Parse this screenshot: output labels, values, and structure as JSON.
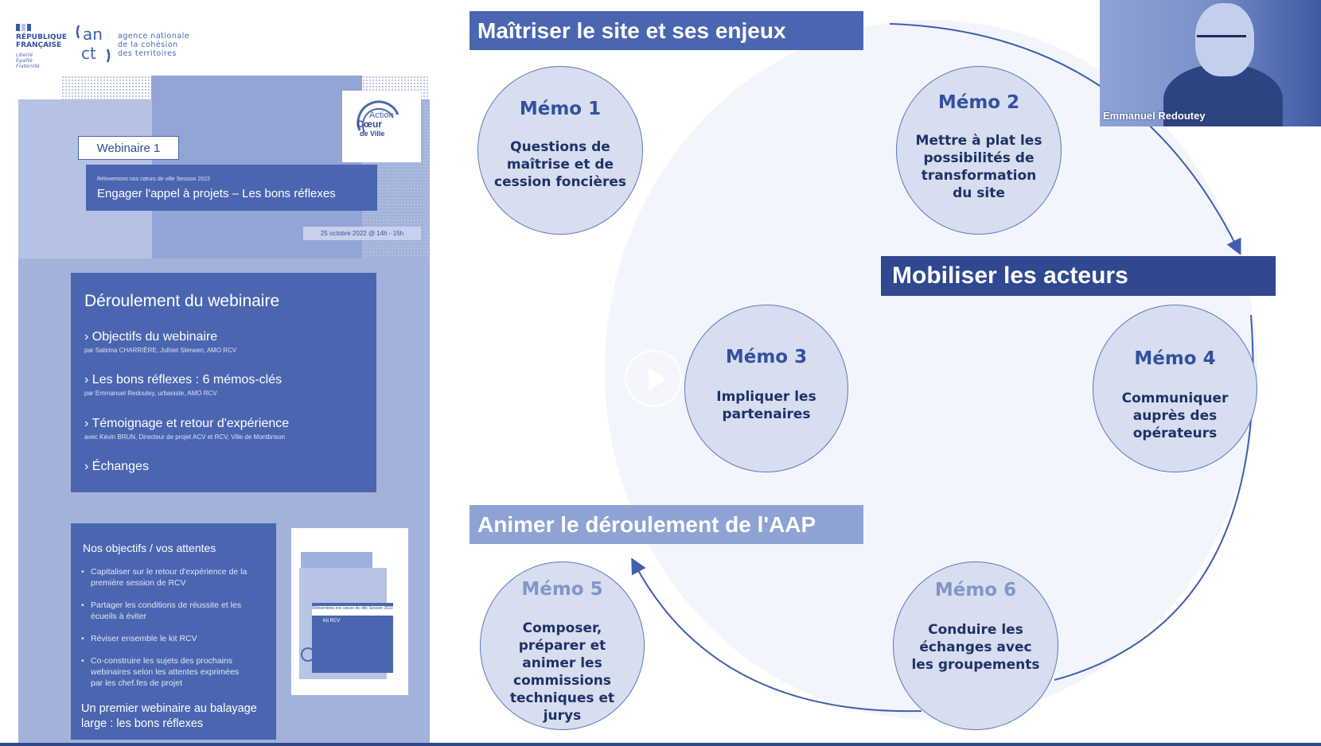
{
  "logos": {
    "republique": [
      "RÉPUBLIQUE",
      "FRANÇAISE"
    ],
    "republique_motto": [
      "Liberté",
      "Égalité",
      "Fraternité"
    ],
    "anct_mark": "anct",
    "anct_text": [
      "agence nationale",
      "de la cohésion",
      "des territoires"
    ],
    "acv": [
      "Action",
      "Cœur",
      "de Ville"
    ]
  },
  "cover": {
    "webinar_label": "Webinaire 1",
    "series": "Réinventons nos cœurs de ville Session 2022",
    "title": "Engager l'appel à projets – Les bons réflexes",
    "date": "25 octobre 2022 @ 14h - 15h"
  },
  "agenda": {
    "title": "Déroulement du webinaire",
    "items": [
      {
        "label": "› Objectifs du webinaire",
        "sub": "par Sabrina CHARRIÈRE, Julhiet Sterwen, AMO RCV"
      },
      {
        "label": "› Les bons réflexes : 6 mémos-clés",
        "sub": "par Emmanuel Redoutey, urbaniste, AMO RCV"
      },
      {
        "label": "› Témoignage et retour d'expérience",
        "sub": "avec Kévin BRUN, Directeur de projet ACV et RCV, Ville de Montbrison"
      },
      {
        "label": "› Échanges",
        "sub": ""
      }
    ]
  },
  "objectives": {
    "title": "Nos objectifs / vos attentes",
    "bullets": [
      "Capitaliser sur le retour d'expérience de la première session de RCV",
      "Partager les conditions de réussite et les écueils à éviter",
      "Réviser ensemble le kit RCV",
      "Co-construire les sujets des prochains webinaires selon les attentes exprimées par les chef.fes de projet"
    ],
    "footer": "Un premier webinaire au balayage large : les bons réflexes"
  },
  "thumbnail": {
    "title": "Réinventons nos cœurs de ville Session 2022",
    "subtitle": "Kit RCV"
  },
  "diagram": {
    "headers": {
      "h1": "Maîtriser le site et ses enjeux",
      "h2": "Mobiliser les acteurs",
      "h3": "Animer le déroulement de l'AAP"
    },
    "memos": [
      {
        "title": "Mémo 1",
        "text": "Questions de maîtrise et de cession foncières"
      },
      {
        "title": "Mémo 2",
        "text": "Mettre à plat les possibilités de transformation du site"
      },
      {
        "title": "Mémo 3",
        "text": "Impliquer les partenaires"
      },
      {
        "title": "Mémo 4",
        "text": "Communiquer auprès des opérateurs"
      },
      {
        "title": "Mémo 5",
        "text": "Composer, préparer et animer les commissions techniques et jurys"
      },
      {
        "title": "Mémo 6",
        "text": "Conduire les échanges avec les groupements"
      }
    ]
  },
  "video": {
    "participant_name": "Emmanuel Redoutey",
    "play_icon": "play-icon"
  },
  "colors": {
    "primary": "#4a66b1",
    "dark": "#2f4890",
    "light": "#8ea2d4",
    "memo_fill": "#d6deef"
  }
}
